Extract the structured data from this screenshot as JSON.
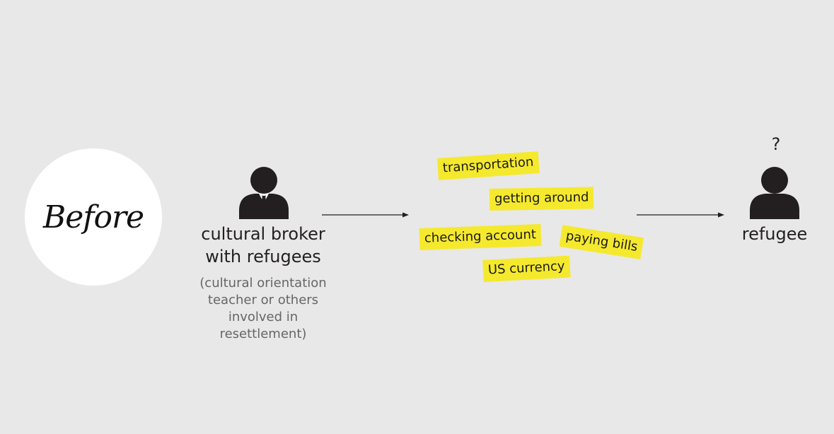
{
  "before": {
    "label": "Before"
  },
  "broker": {
    "label_line1": "cultural broker",
    "label_line2": "with refugees",
    "sub_line1": "(cultural orientation",
    "sub_line2": "teacher or others",
    "sub_line3": "involved in",
    "sub_line4": "resettlement)"
  },
  "topics": [
    {
      "label": "transportation"
    },
    {
      "label": "getting around"
    },
    {
      "label": "checking account"
    },
    {
      "label": "paying bills"
    },
    {
      "label": "US currency"
    }
  ],
  "refugee": {
    "label": "refugee",
    "question": "?"
  },
  "colors": {
    "background": "#e8e8e8",
    "highlight": "#f5e92e",
    "figure": "#231f20",
    "muted_text": "#666666"
  }
}
